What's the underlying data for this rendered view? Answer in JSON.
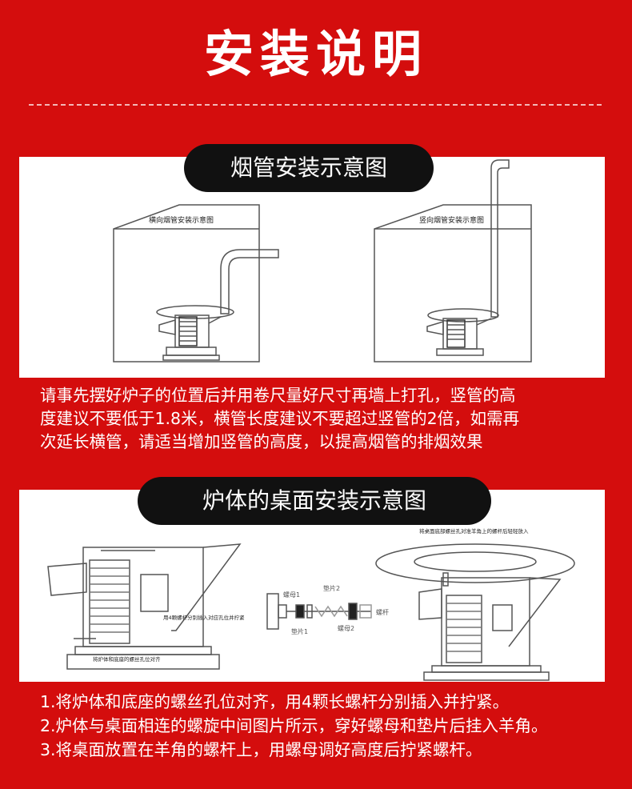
{
  "page_title": "安装说明",
  "section1": {
    "heading": "烟管安装示意图",
    "diagram_left_label": "横向烟管安装示意图",
    "diagram_right_label": "竖向烟管安装示意图",
    "description_lines": [
      "请事先摆好炉子的位置后并用卷尺量好尺寸再墙上打孔，竖管的高",
      "度建议不要低于1.8米，横管长度建议不要超过竖管的2倍，如需再",
      "次延长横管，请适当增加竖管的高度，以提高烟管的排烟效果"
    ]
  },
  "section2": {
    "heading": "炉体的桌面安装示意图",
    "diagram_left_annotation_1": "用4颗螺杆分别插入对应孔位并拧紧",
    "diagram_left_annotation_2": "将炉体和底座的螺丝孔位对齐",
    "bolt_labels": {
      "nut1": "螺母1",
      "washer2": "垫片2",
      "rod": "螺杆",
      "washer1": "垫片1",
      "nut2": "螺母2"
    },
    "diagram_right_annotation": "将桌面底部螺丝孔对准羊角上的螺杆后轻轻放入",
    "steps": [
      "1.将炉体和底座的螺丝孔位对齐，用4颗长螺杆分别插入并拧紧。",
      "2.炉体与桌面相连的螺旋中间图片所示，穿好螺母和垫片后挂入羊角。",
      "3.将桌面放置在羊角的螺杆上，用螺母调好高度后拧紧螺杆。"
    ]
  }
}
